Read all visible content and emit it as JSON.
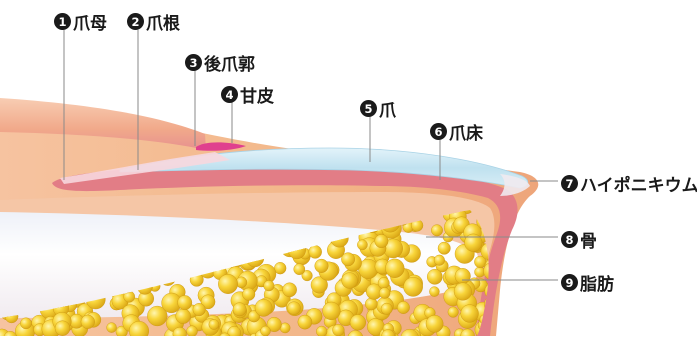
{
  "labels": [
    {
      "id": "l1",
      "number": "1",
      "text": "爪母"
    },
    {
      "id": "l2",
      "number": "2",
      "text": "爪根"
    },
    {
      "id": "l3",
      "number": "3",
      "text": "後爪郭"
    },
    {
      "id": "l4",
      "number": "4",
      "text": "甘皮"
    },
    {
      "id": "l5",
      "number": "5",
      "text": "爪"
    },
    {
      "id": "l6",
      "number": "6",
      "text": "爪床"
    },
    {
      "id": "l7",
      "number": "7",
      "text": "ハイポニキウム"
    },
    {
      "id": "l8",
      "number": "8",
      "text": "骨"
    },
    {
      "id": "l9",
      "number": "9",
      "text": "脂肪"
    }
  ],
  "colors": {
    "label_text": "#1a1a1a",
    "leader_line": "#8a8a8a",
    "skin": "#f3b98c",
    "skin_light": "#fbe3d0",
    "nail_bed": "#e27d86",
    "nail_plate": "#c9e6f2",
    "cuticle": "#e0408e",
    "bone": "#f5f7fb",
    "fat": "#f5cc2e"
  }
}
